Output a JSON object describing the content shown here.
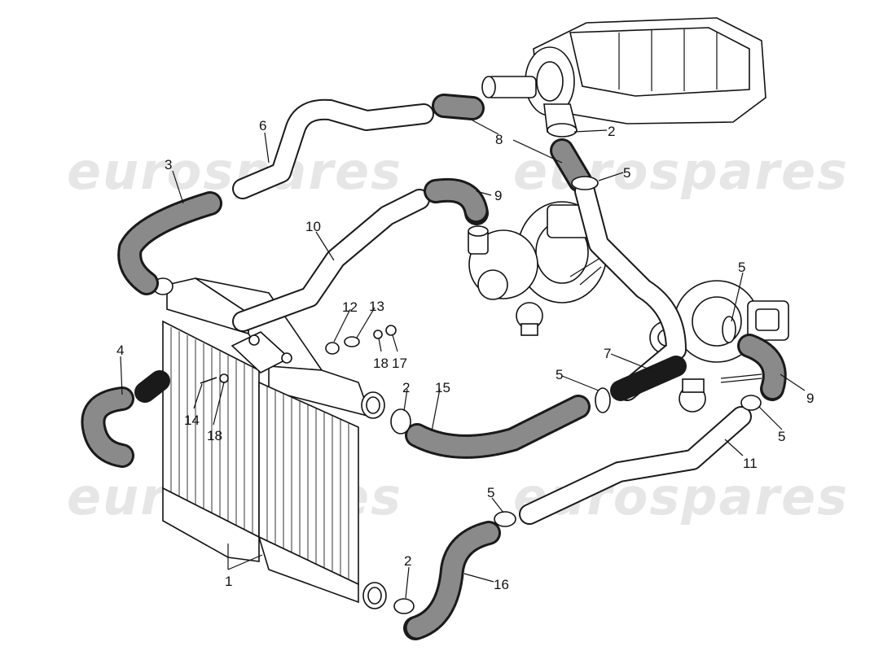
{
  "watermark": {
    "text": "eurospares"
  },
  "callouts": [
    {
      "id": "c1",
      "label": "1"
    },
    {
      "id": "c2a",
      "label": "2"
    },
    {
      "id": "c2b",
      "label": "2"
    },
    {
      "id": "c2c",
      "label": "2"
    },
    {
      "id": "c3",
      "label": "3"
    },
    {
      "id": "c4",
      "label": "4"
    },
    {
      "id": "c5a",
      "label": "5"
    },
    {
      "id": "c5b",
      "label": "5"
    },
    {
      "id": "c5c",
      "label": "5"
    },
    {
      "id": "c5d",
      "label": "5"
    },
    {
      "id": "c5e",
      "label": "5"
    },
    {
      "id": "c6",
      "label": "6"
    },
    {
      "id": "c7",
      "label": "7"
    },
    {
      "id": "c8",
      "label": "8"
    },
    {
      "id": "c9a",
      "label": "9"
    },
    {
      "id": "c9b",
      "label": "9"
    },
    {
      "id": "c10",
      "label": "10"
    },
    {
      "id": "c11",
      "label": "11"
    },
    {
      "id": "c12",
      "label": "12"
    },
    {
      "id": "c13",
      "label": "13"
    },
    {
      "id": "c14",
      "label": "14"
    },
    {
      "id": "c15",
      "label": "15"
    },
    {
      "id": "c16",
      "label": "16"
    },
    {
      "id": "c17",
      "label": "17"
    },
    {
      "id": "c18a",
      "label": "18"
    },
    {
      "id": "c18b",
      "label": "18"
    }
  ]
}
